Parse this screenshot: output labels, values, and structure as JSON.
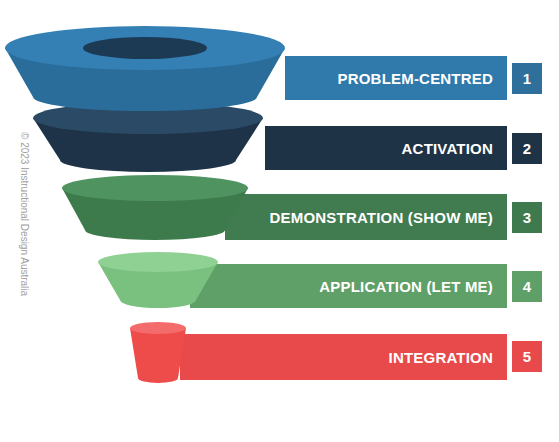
{
  "diagram": {
    "nodes": [
      {
        "text": [
          "PROBLEM-CENTRED"
        ]
      },
      {
        "text": [
          "1"
        ]
      },
      {
        "text": [
          "ACTIVATION"
        ]
      },
      {
        "text": [
          "2"
        ]
      },
      {
        "text": [
          "DEMONSTRATION (SHOW ME)"
        ]
      },
      {
        "text": [
          "3"
        ]
      },
      {
        "text": [
          "APPLICATION (LET ME)"
        ]
      },
      {
        "text": [
          "4"
        ]
      },
      {
        "text": [
          "INTEGRATION"
        ]
      },
      {
        "text": [
          "5"
        ]
      }
    ],
    "labels": [
      "© 2023 Instructional Design Australia"
    ]
  }
}
